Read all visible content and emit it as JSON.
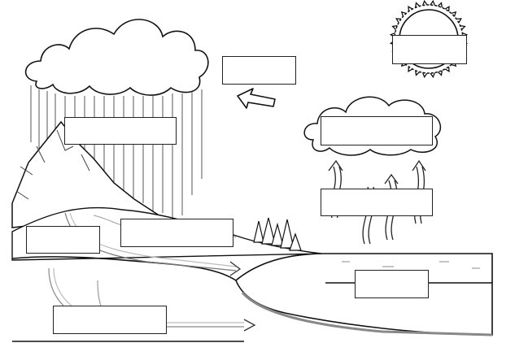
{
  "diagram": {
    "kind": "water-cycle worksheet",
    "labels": [
      {
        "id": "sun",
        "text": ""
      },
      {
        "id": "wind-arrow",
        "text": ""
      },
      {
        "id": "rain",
        "text": ""
      },
      {
        "id": "condensation-cloud",
        "text": ""
      },
      {
        "id": "evaporation",
        "text": ""
      },
      {
        "id": "surface-runoff",
        "text": ""
      },
      {
        "id": "infiltration",
        "text": ""
      },
      {
        "id": "ocean",
        "text": ""
      },
      {
        "id": "groundwater",
        "text": ""
      }
    ]
  }
}
